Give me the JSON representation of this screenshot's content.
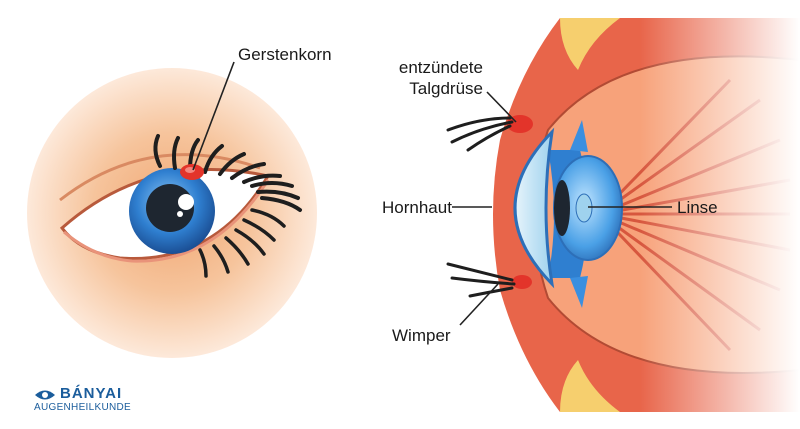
{
  "labels": {
    "stye": "Gerstenkorn",
    "gland_line1": "entzündete",
    "gland_line2": "Talgdrüse",
    "cornea": "Hornhaut",
    "lens": "Linse",
    "eyelash": "Wimper"
  },
  "logo": {
    "brand": "BÁNYAI",
    "subtitle": "AUGENHEILKUNDE",
    "icon": "eye-logo-icon"
  },
  "colors": {
    "skin_glow": "#f6c49c",
    "iris": "#2f7fd0",
    "stye": "#e3342a",
    "lid_tissue": "#e8654a",
    "lens": "#4aa0e6",
    "brand": "#1b5d9c"
  }
}
